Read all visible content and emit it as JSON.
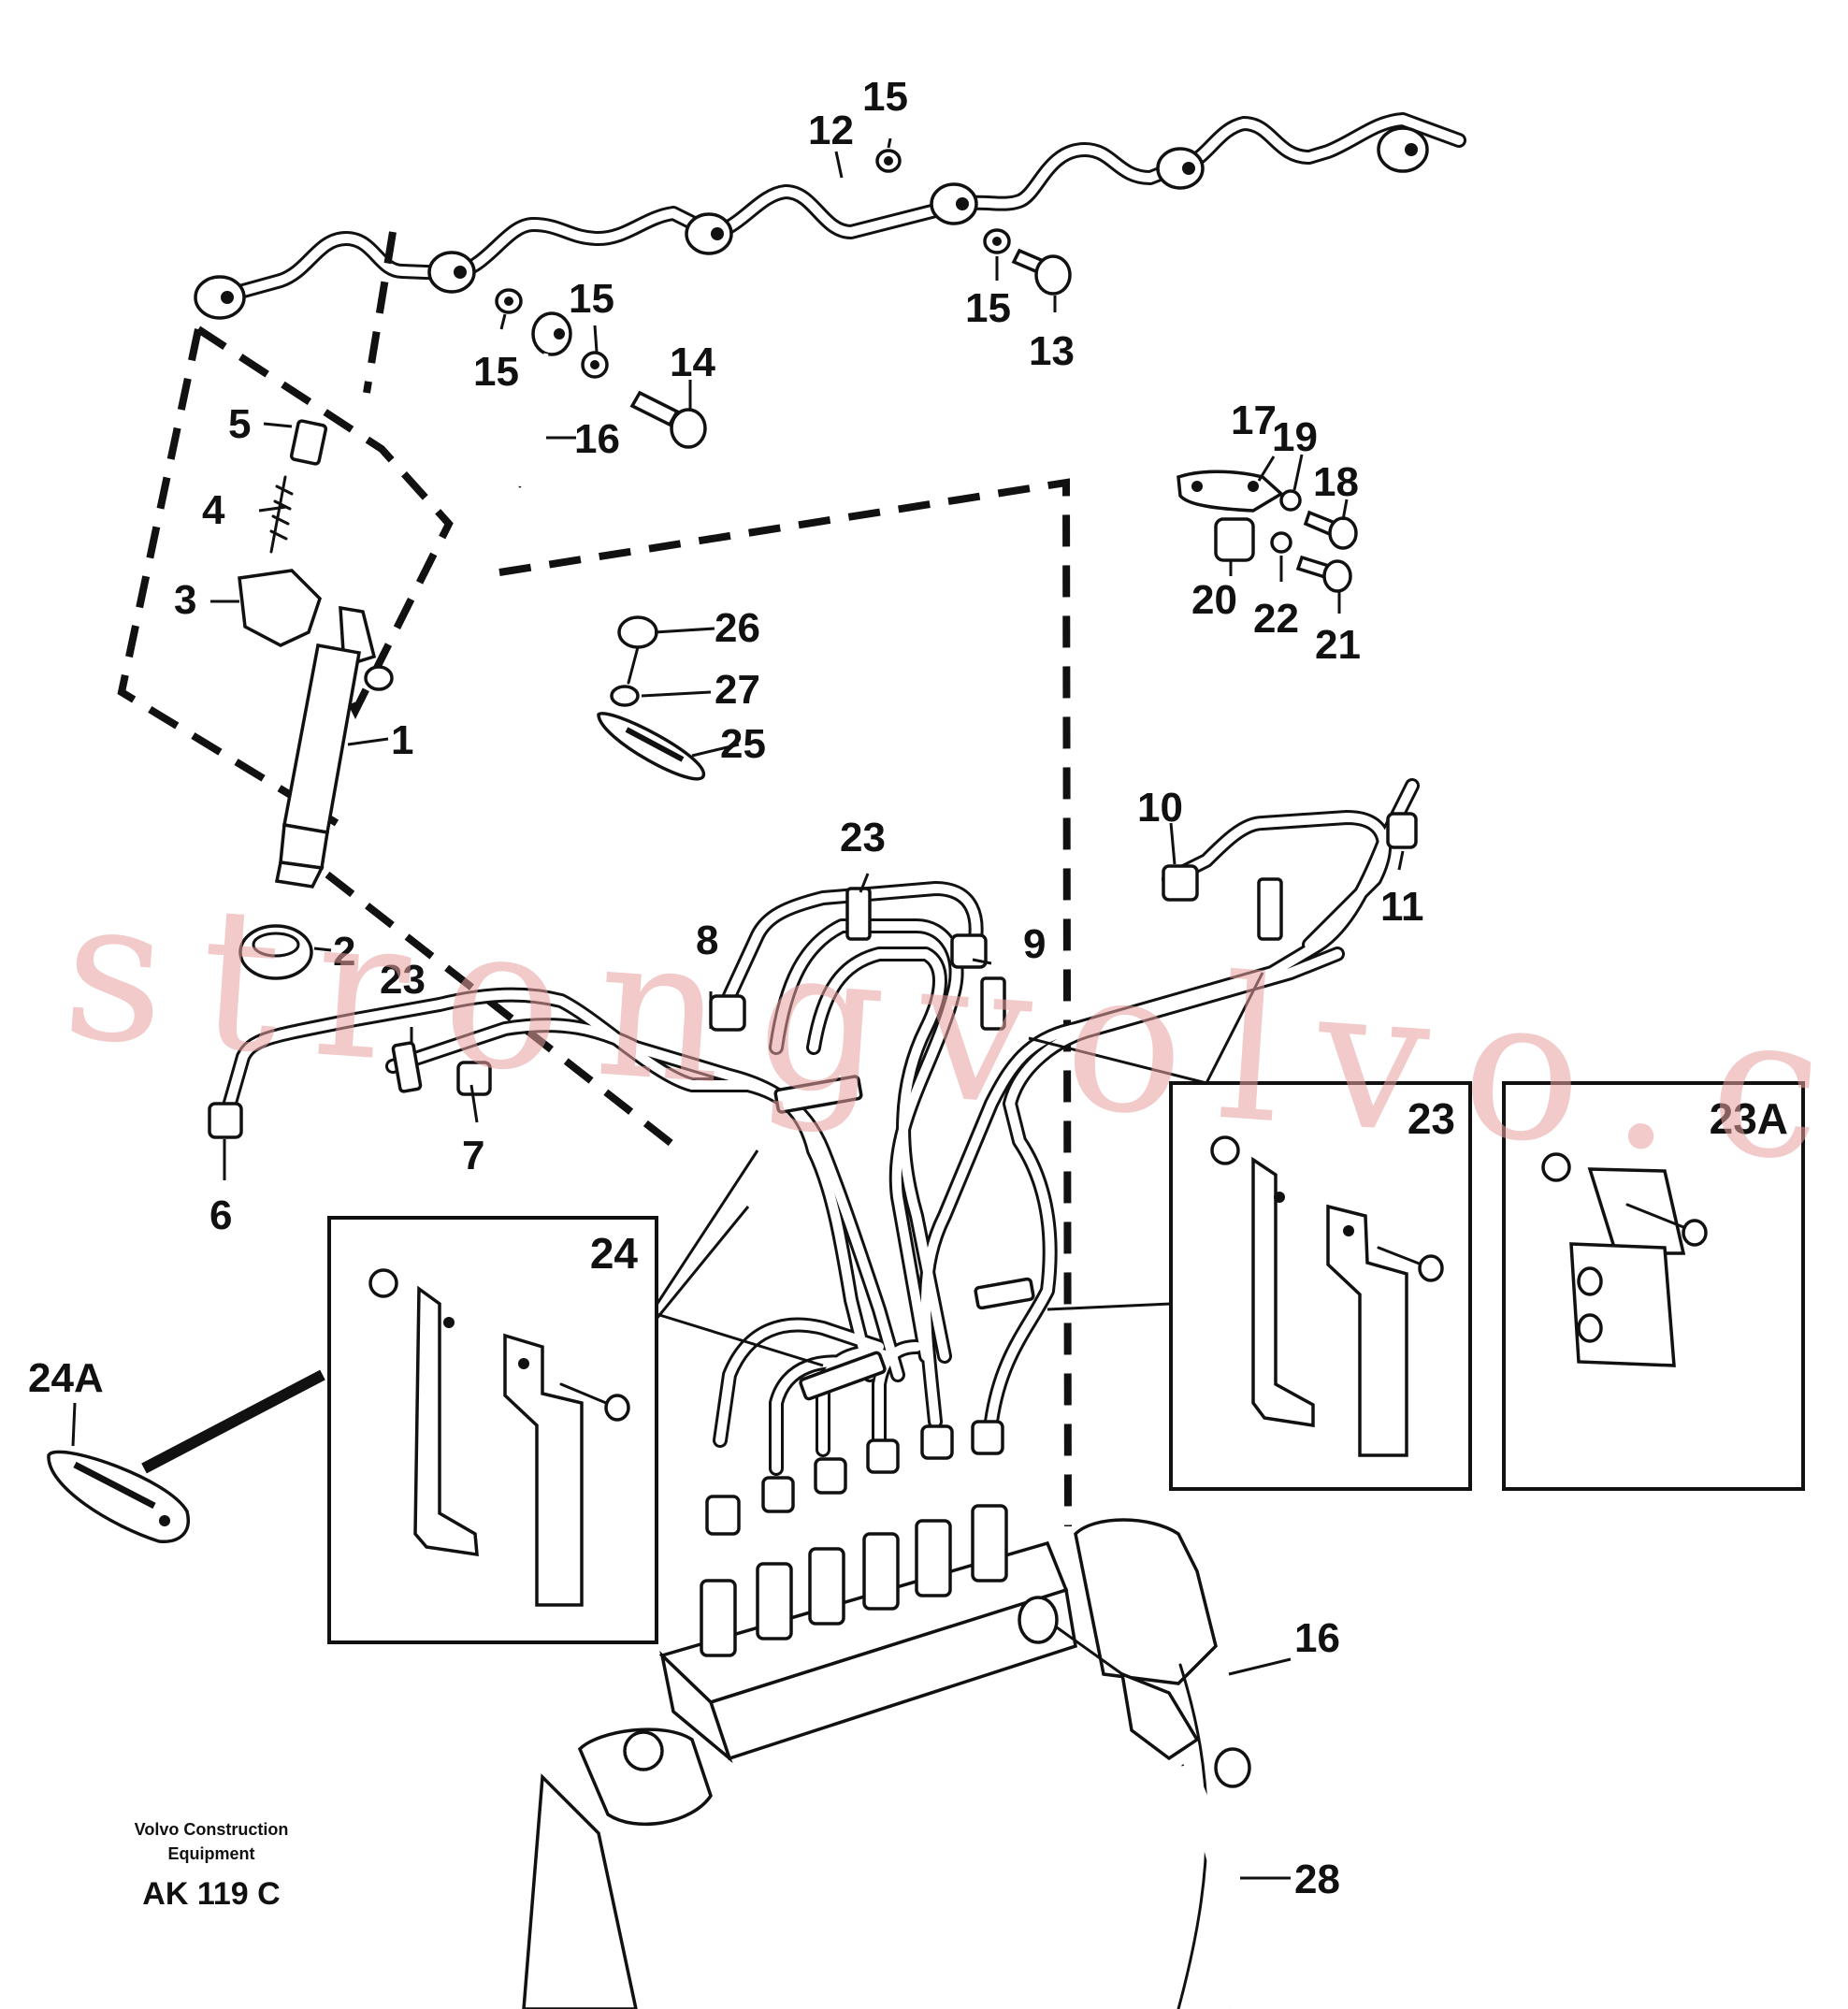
{
  "labels": {
    "l1": "1",
    "l2": "2",
    "l3": "3",
    "l4": "4",
    "l5": "5",
    "l6": "6",
    "l7": "7",
    "l8": "8",
    "l9": "9",
    "l10": "10",
    "l11": "11",
    "l12": "12",
    "l13": "13",
    "l14": "14",
    "l15": "15",
    "l16": "16",
    "l17": "17",
    "l18": "18",
    "l19": "19",
    "l20": "20",
    "l21": "21",
    "l22": "22",
    "l23": "23",
    "l24": "24",
    "l24a": "24A",
    "l23a": "23A",
    "l25": "25",
    "l26": "26",
    "l27": "27",
    "l28": "28"
  },
  "insets": {
    "inset24": "24",
    "inset23": "23",
    "inset23a": "23A"
  },
  "watermark": "strongvolvo.com",
  "footer": {
    "company_line1": "Volvo Construction",
    "company_line2": "Equipment",
    "code": "AK 119 C"
  }
}
